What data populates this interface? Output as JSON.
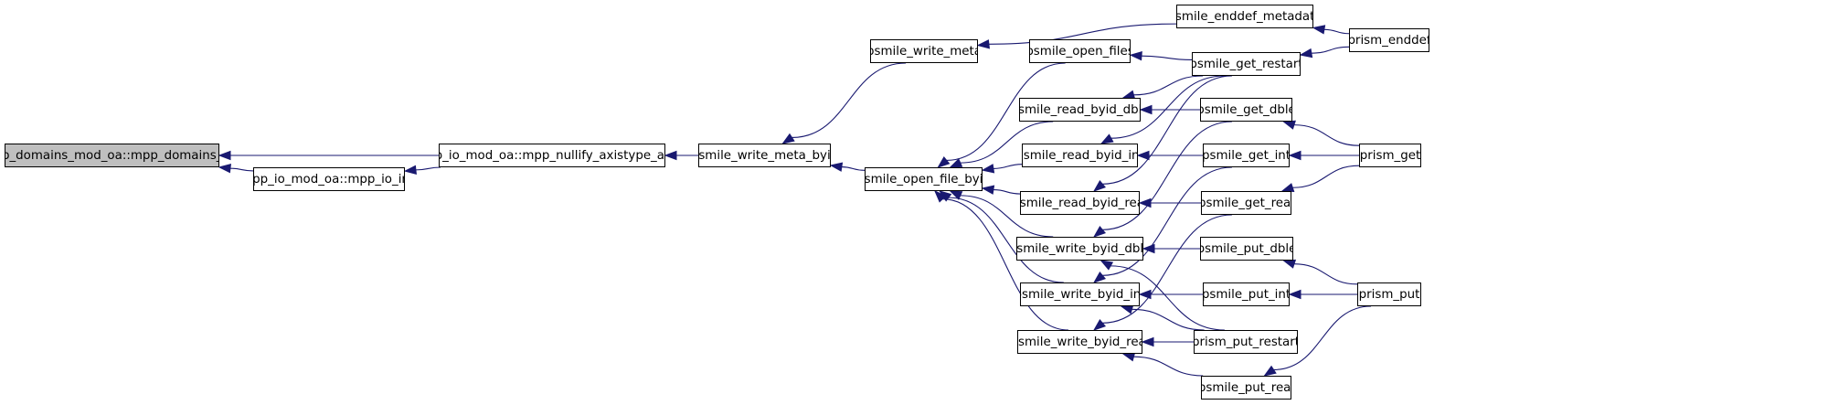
{
  "graph": {
    "edge_color": "#191970",
    "root_fill": "#bfbfbf",
    "node_fill": "#ffffff",
    "nodes": {
      "n_init": "mpp_domains_mod_oa::mpp_domains_init",
      "n_ioinit": "mpp_io_mod_oa::mpp_io_init",
      "n_nullify": "mpp_io_mod_oa::mpp_nullify_axistype_array",
      "n_wmb": "psmile_write_meta_byid",
      "n_wm": "psmile_write_meta",
      "n_ofb": "psmile_open_file_byid",
      "n_enddef_meta": "psmile_enddef_metadata",
      "n_openfiles": "psmile_open_files",
      "n_rbd": "psmile_read_byid_dble",
      "n_rbi": "psmile_read_byid_int",
      "n_rbr": "psmile_read_byid_real",
      "n_wbd": "psmile_write_byid_dble",
      "n_wbi": "psmile_write_byid_int",
      "n_wbr": "psmile_write_byid_real",
      "n_enddef": "prism_enddef",
      "n_grst": "psmile_get_restart",
      "n_gd": "psmile_get_dble",
      "n_gi": "psmile_get_int",
      "n_gr": "psmile_get_real",
      "n_pd": "psmile_put_dble",
      "n_pi": "psmile_put_int",
      "n_prst": "prism_put_restart",
      "n_pr": "psmile_put_real",
      "n_pget": "prism_get",
      "n_pput": "prism_put"
    },
    "edges": [
      [
        "n_ioinit",
        "n_init"
      ],
      [
        "n_nullify",
        "n_init"
      ],
      [
        "n_nullify",
        "n_ioinit"
      ],
      [
        "n_wmb",
        "n_nullify"
      ],
      [
        "n_wm",
        "n_wmb"
      ],
      [
        "n_ofb",
        "n_wmb"
      ],
      [
        "n_enddef_meta",
        "n_wm"
      ],
      [
        "n_openfiles",
        "n_ofb"
      ],
      [
        "n_rbd",
        "n_ofb"
      ],
      [
        "n_rbi",
        "n_ofb"
      ],
      [
        "n_rbr",
        "n_ofb"
      ],
      [
        "n_wbd",
        "n_ofb"
      ],
      [
        "n_wbi",
        "n_ofb"
      ],
      [
        "n_wbr",
        "n_ofb"
      ],
      [
        "n_enddef",
        "n_enddef_meta"
      ],
      [
        "n_grst",
        "n_openfiles"
      ],
      [
        "n_grst",
        "n_rbd"
      ],
      [
        "n_gd",
        "n_rbd"
      ],
      [
        "n_grst",
        "n_rbi"
      ],
      [
        "n_gi",
        "n_rbi"
      ],
      [
        "n_grst",
        "n_rbr"
      ],
      [
        "n_gr",
        "n_rbr"
      ],
      [
        "n_gd",
        "n_wbd"
      ],
      [
        "n_pd",
        "n_wbd"
      ],
      [
        "n_prst",
        "n_wbd"
      ],
      [
        "n_gi",
        "n_wbi"
      ],
      [
        "n_pi",
        "n_wbi"
      ],
      [
        "n_prst",
        "n_wbi"
      ],
      [
        "n_gr",
        "n_wbr"
      ],
      [
        "n_prst",
        "n_wbr"
      ],
      [
        "n_pr",
        "n_wbr"
      ],
      [
        "n_enddef",
        "n_grst"
      ],
      [
        "n_pget",
        "n_gd"
      ],
      [
        "n_pget",
        "n_gi"
      ],
      [
        "n_pget",
        "n_gr"
      ],
      [
        "n_pput",
        "n_pd"
      ],
      [
        "n_pput",
        "n_pi"
      ],
      [
        "n_pput",
        "n_pr"
      ]
    ]
  }
}
